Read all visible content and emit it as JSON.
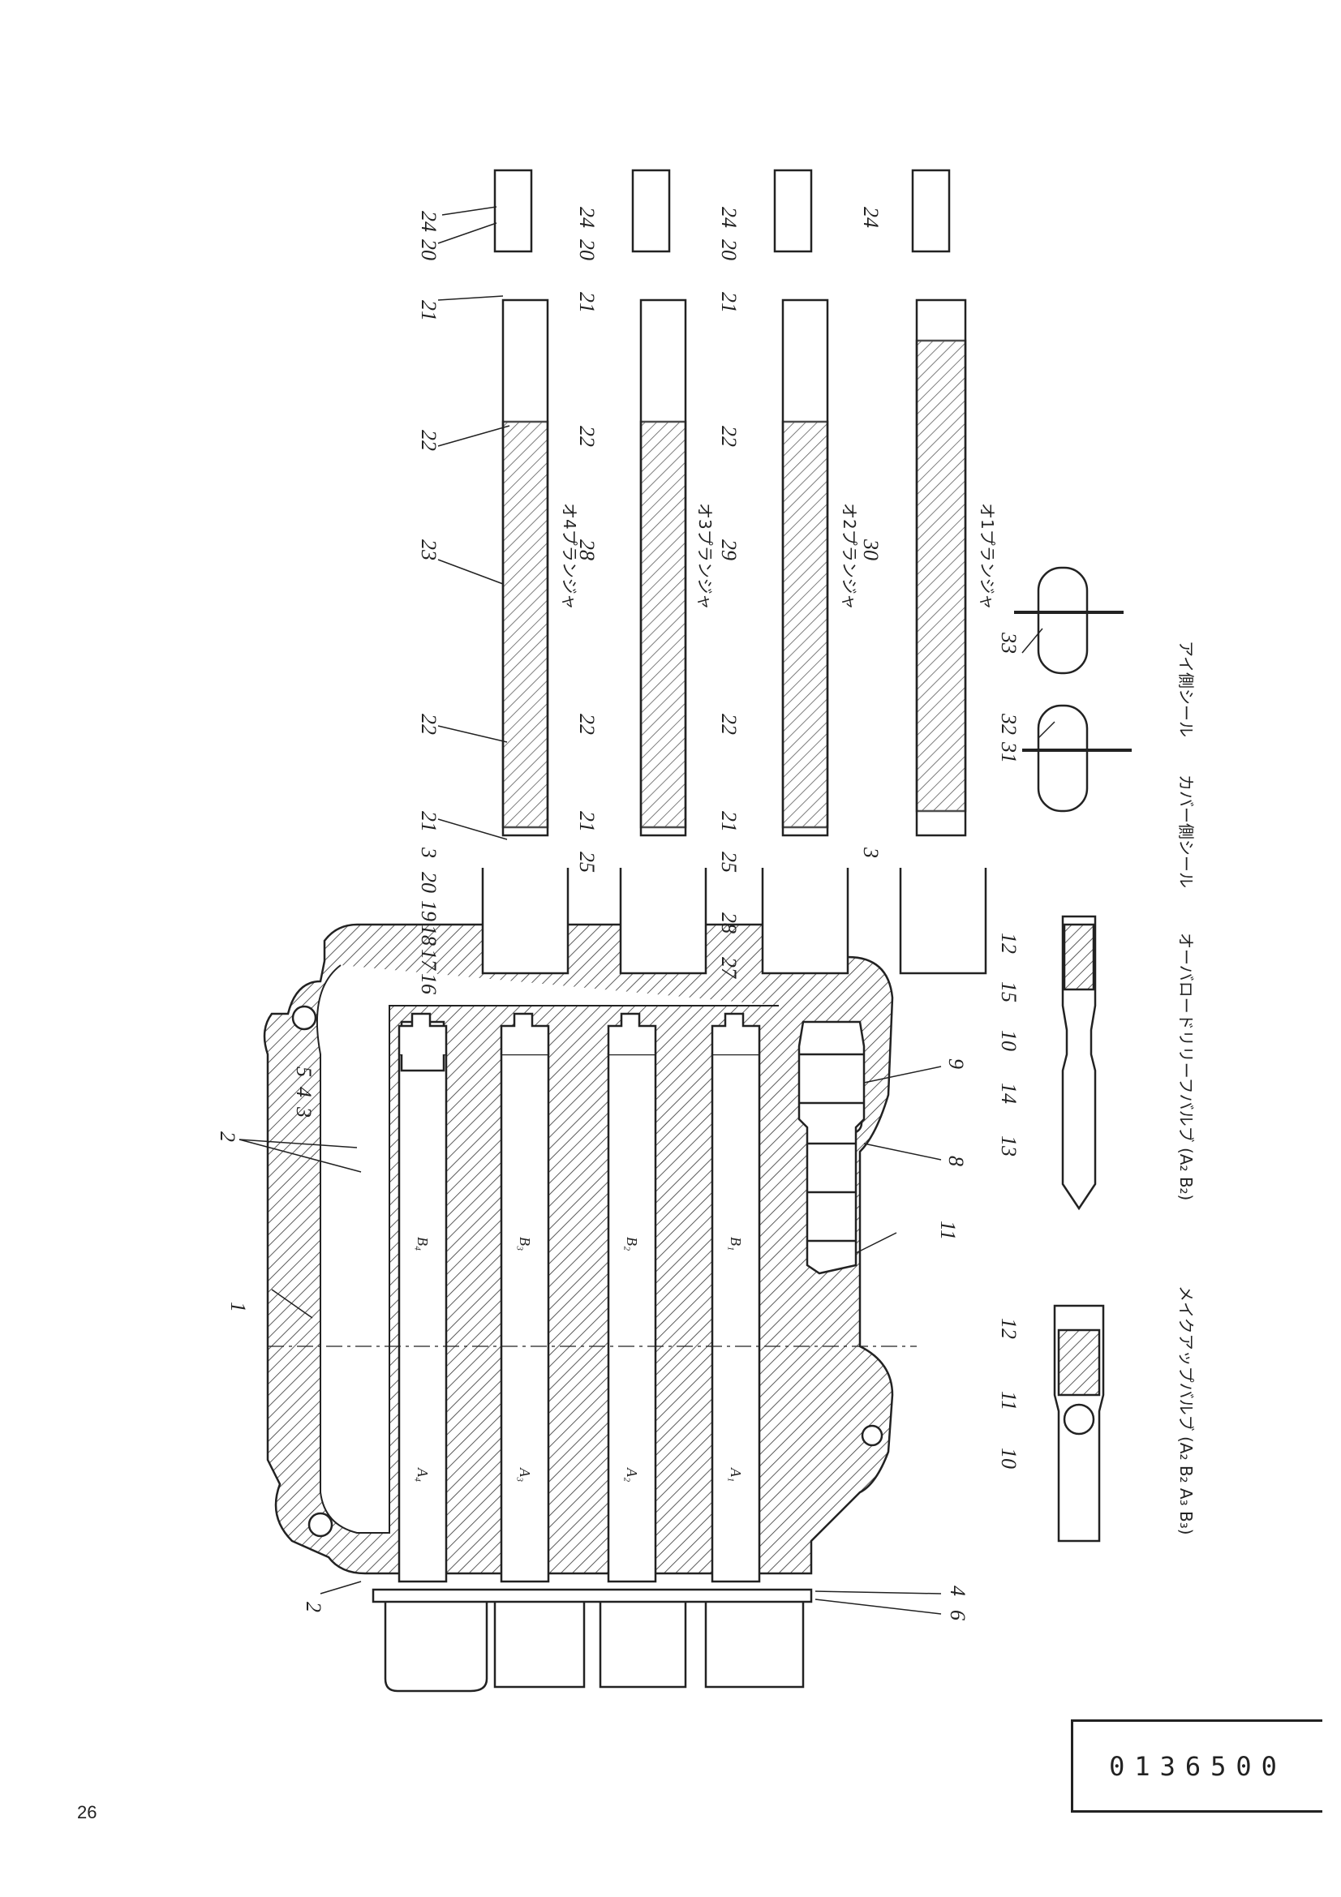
{
  "page": {
    "number": "26",
    "document_number": "0136500"
  },
  "captions": {
    "plunger_4": "オ4プランジャ",
    "plunger_3": "オ3プランジャ",
    "plunger_2": "オ2プランジャ",
    "plunger_1": "オ1プランジャ",
    "seal_a": "アイ側シール",
    "seal_cover": "カバー側シール",
    "overload_relief": "オーバロードリリーフバルブ (A₂ B₂)",
    "makeup_valve": "メイクアップバルブ (A₂ B₂ A₃ B₃)"
  },
  "port_labels": {
    "b4": "B₄",
    "b3": "B₃",
    "b2": "B₂",
    "b1": "B₁",
    "a4": "A₄",
    "a3": "A₃",
    "a2": "A₂",
    "a1": "A₁"
  },
  "part_numbers": {
    "p1": "1",
    "p2a": "2",
    "p2b": "2",
    "p3a": "3",
    "p4a": "4",
    "p5": "5",
    "p8a": "8",
    "p9": "9",
    "p11a": "11",
    "p4b": "4",
    "p6": "6",
    "p24a": "24",
    "p20a": "20",
    "p24b": "24",
    "p20b": "20",
    "p24c": "24",
    "p20c": "20",
    "p24d": "24",
    "p21a": "21",
    "p21b": "21",
    "p21c": "21",
    "p22a": "22",
    "p22b": "22",
    "p22c": "22",
    "p23": "23",
    "p28": "28",
    "p29": "29",
    "p30": "30",
    "p22d": "22",
    "p22e": "22",
    "p22f": "22",
    "p21d": "21",
    "p21e": "21",
    "p21f": "21",
    "p3b": "3",
    "p20d": "20",
    "p19": "19",
    "p18": "18",
    "p17": "17",
    "p16": "16",
    "p25a": "25",
    "p25b": "25",
    "p28b": "28",
    "p27": "27",
    "p3c": "3",
    "p33": "33",
    "p32": "32",
    "p31": "31",
    "p12a": "12",
    "p15": "15",
    "p10a": "10",
    "p14": "14",
    "p13": "13",
    "p12b": "12",
    "p11b": "11",
    "p10b": "10"
  }
}
